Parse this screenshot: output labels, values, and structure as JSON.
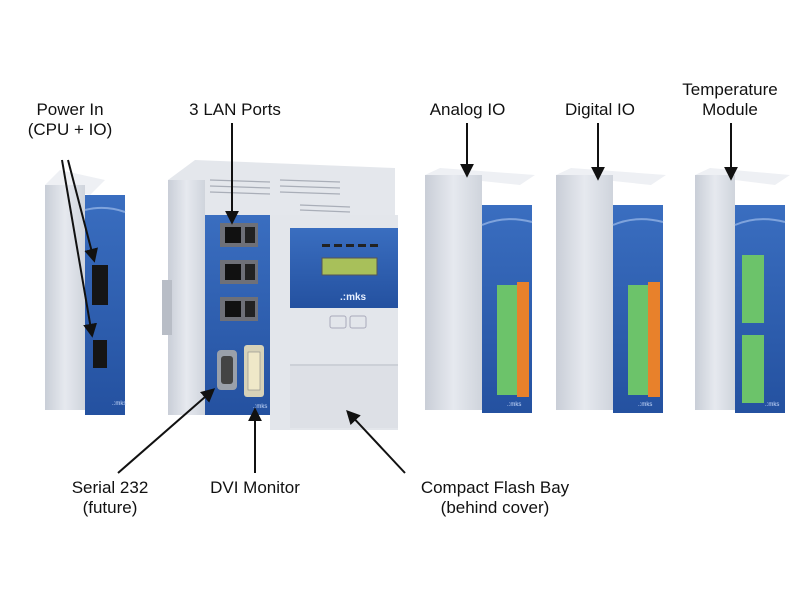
{
  "labels": {
    "power_in": [
      "Power In",
      "(CPU + IO)"
    ],
    "lan_ports": "3 LAN Ports",
    "analog_io": "Analog IO",
    "digital_io": "Digital IO",
    "temperature": [
      "Temperature",
      "Module"
    ],
    "serial": [
      "Serial 232",
      "(future)"
    ],
    "dvi": "DVI Monitor",
    "compact_flash": [
      "Compact Flash Bay",
      "(behind cover)"
    ]
  },
  "brand": "mks",
  "colors": {
    "panel_blue": "#2f5fae",
    "panel_blue_dark": "#1f4590",
    "housing": "#dfe3ea",
    "housing_shadow": "#b9bec8",
    "terminal_green": "#6cc36a",
    "terminal_orange": "#e8812b",
    "lcd": "#a8c05a",
    "arrow": "#111111"
  }
}
